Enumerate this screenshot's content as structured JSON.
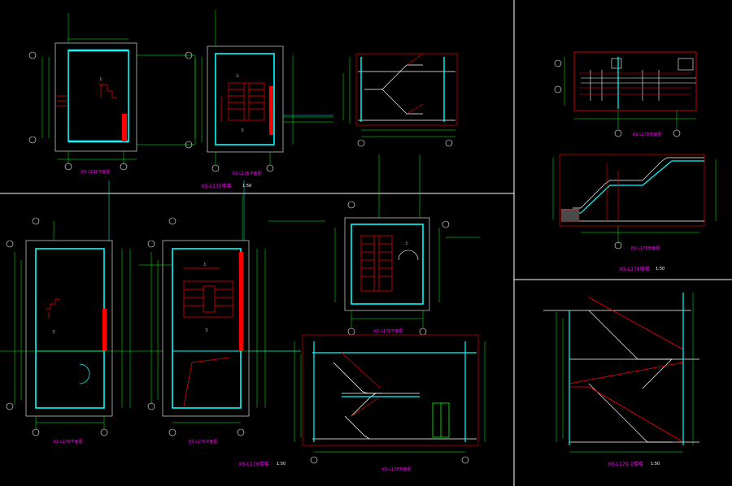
{
  "sheet": {
    "colors": {
      "background": "#000000",
      "wall": "#00ffff",
      "dimension": "#00ff00",
      "grid": "#00ff00",
      "stair": "#ff0000",
      "section": "#ffffff",
      "title": "#ff00ff",
      "frame": "#ffffff"
    },
    "titles": {
      "s135_group": "KS-L135楼梯",
      "s176_group": "KS-L176楼梯",
      "s178_group": "KS-L178楼梯",
      "s179_group": "KS-L179-1楼梯"
    },
    "scales": {
      "s135_group": "1:50",
      "s176_group": "1:50",
      "s178_group": "1:50",
      "s179_group": "1:50"
    },
    "drawing_titles": {
      "p1": "KS-L135平面图",
      "p2": "KS-L135平面图",
      "p3": "KS-L176平面图",
      "p4": "KS-L176平面图",
      "p5": "KS-L176平面图",
      "sec1": "KS-L176剖面图",
      "r1": "KS-L178剖面图",
      "r2": "KS-L178剖面图"
    },
    "labels": {
      "up": "上",
      "down": "下"
    }
  }
}
